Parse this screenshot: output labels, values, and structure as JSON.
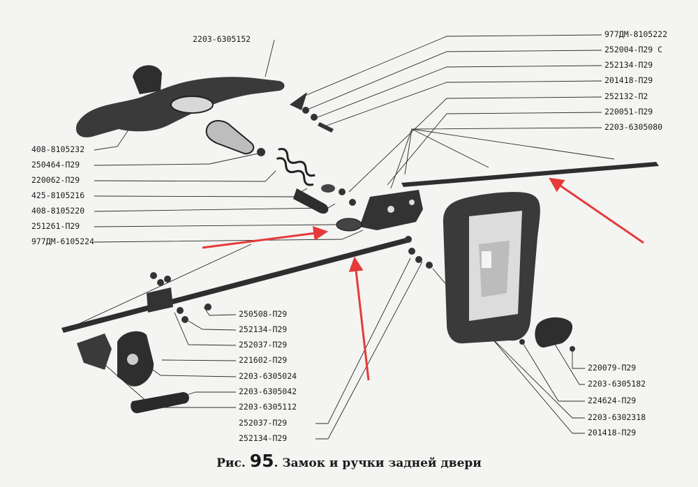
{
  "labels_top": [
    "2203-6305152"
  ],
  "labels_right_top": [
    "977ДМ-8105222",
    "252004-П29 С",
    "252134-П29",
    "201418-П29",
    "252132-П2",
    "220051-П29",
    "2203-6305080"
  ],
  "labels_left": [
    "408-8105232",
    "250464-П29",
    "220062-П29",
    "425-8105216",
    "408-8105220",
    "251261-П29",
    "977ДМ-6105224"
  ],
  "labels_center": [
    "250508-П29",
    "252134-П29",
    "252037-П29",
    "221602-П29",
    "2203-6305024",
    "2203-6305042",
    "2203-6305112",
    "252037-П29",
    "252134-П29"
  ],
  "labels_right_bottom": [
    "220079-П29",
    "2203-6305182",
    "224624-П29",
    "2203-6302318",
    "201418-П29"
  ],
  "caption": {
    "prefix": "Рис.",
    "number": "95",
    "text": "Замок и ручки задней двери"
  },
  "colors": {
    "ink": "#1a1a1a",
    "arrow": "#e53a3a",
    "paper": "#f4f4f2"
  }
}
